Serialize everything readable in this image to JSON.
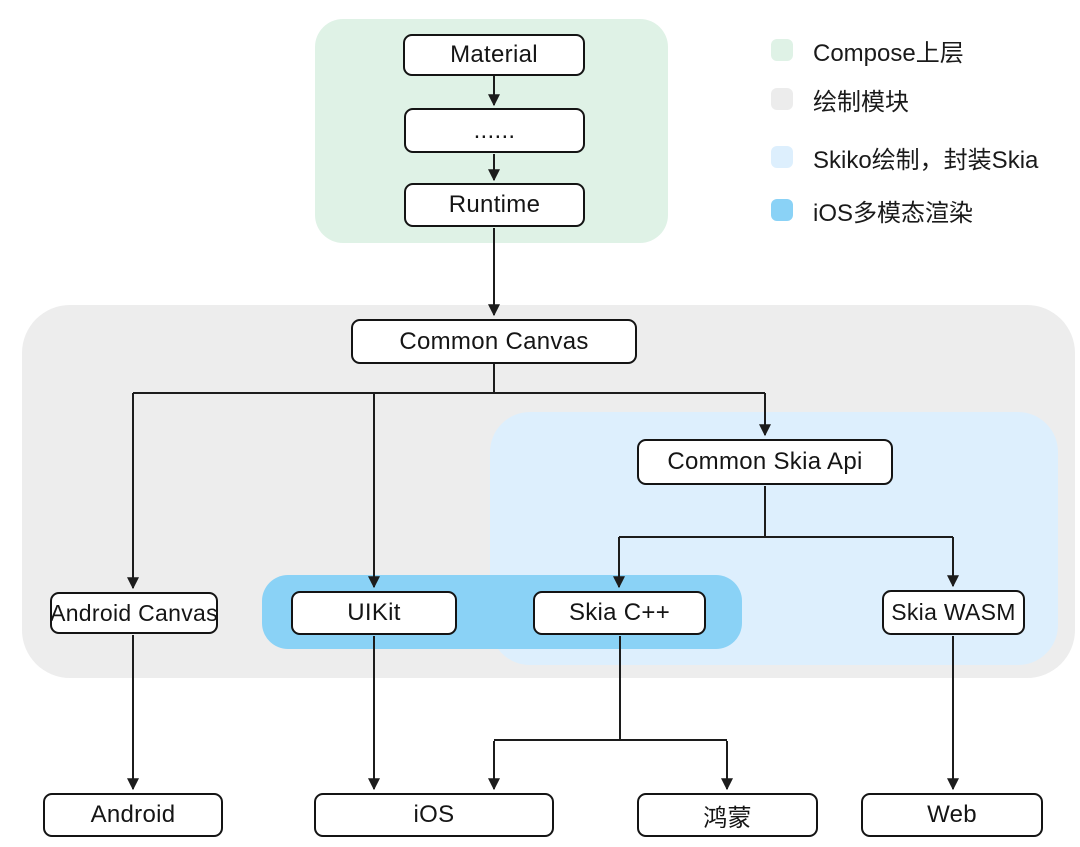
{
  "diagram": {
    "nodes": {
      "material": "Material",
      "ellipsis": "......",
      "runtime": "Runtime",
      "common_canvas": "Common Canvas",
      "common_skia_api": "Common Skia Api",
      "android_canvas": "Android Canvas",
      "uikit": "UIKit",
      "skia_cpp": "Skia C++",
      "skia_wasm": "Skia WASM",
      "android": "Android",
      "ios": "iOS",
      "harmony": "鸿蒙",
      "web": "Web"
    },
    "legend": {
      "items": [
        {
          "label": "Compose上层",
          "color": "#dff2e6"
        },
        {
          "label": "绘制模块",
          "color": "#ececec"
        },
        {
          "label": "Skiko绘制，封装Skia",
          "color": "#ddeffd"
        },
        {
          "label": "iOS多模态渲染",
          "color": "#8ad2f6"
        }
      ]
    },
    "colors": {
      "compose_layer_bg": "#dff2e6",
      "draw_module_bg": "#ededed",
      "skiko_bg": "#ddeffd",
      "ios_multimode_bg": "#8ad2f6",
      "edge": "#1c1c1c",
      "node_border": "#141414",
      "node_fill": "#ffffff"
    }
  }
}
